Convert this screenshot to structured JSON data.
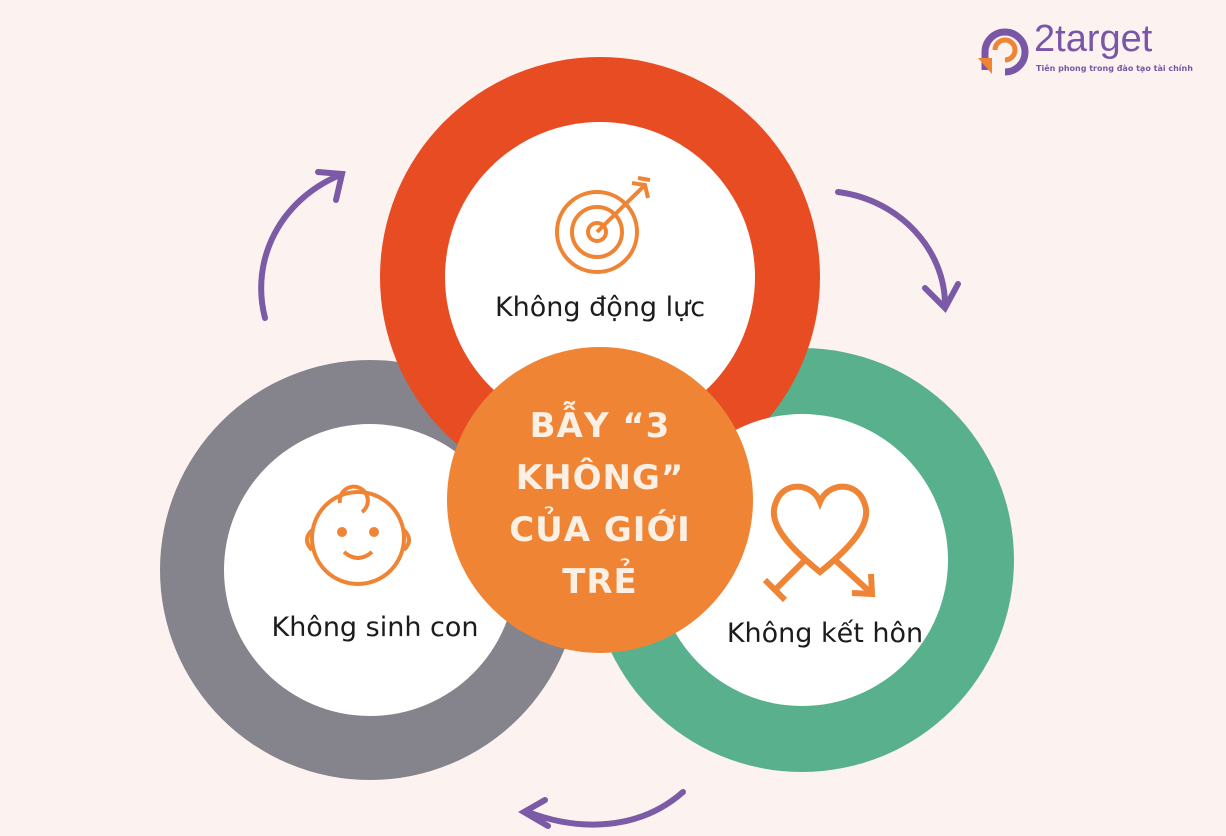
{
  "logo": {
    "name": "2target",
    "tagline": "Tiên phong trong đào tạo tài chính"
  },
  "center": {
    "lines": [
      "BẪY “3",
      "KHÔNG”",
      "CỦA GIỚI",
      "TRẺ"
    ]
  },
  "items": [
    {
      "label": "Không động lực",
      "icon": "target-icon",
      "color": "#e84c22"
    },
    {
      "label": "Không sinh con",
      "icon": "baby-face-icon",
      "color": "#85838c"
    },
    {
      "label": "Không kết hôn",
      "icon": "heart-gender-icon",
      "color": "#58b08c"
    }
  ],
  "colors": {
    "center": "#ef8434",
    "arrows": "#7b5aa6",
    "icons": "#ef8434"
  }
}
